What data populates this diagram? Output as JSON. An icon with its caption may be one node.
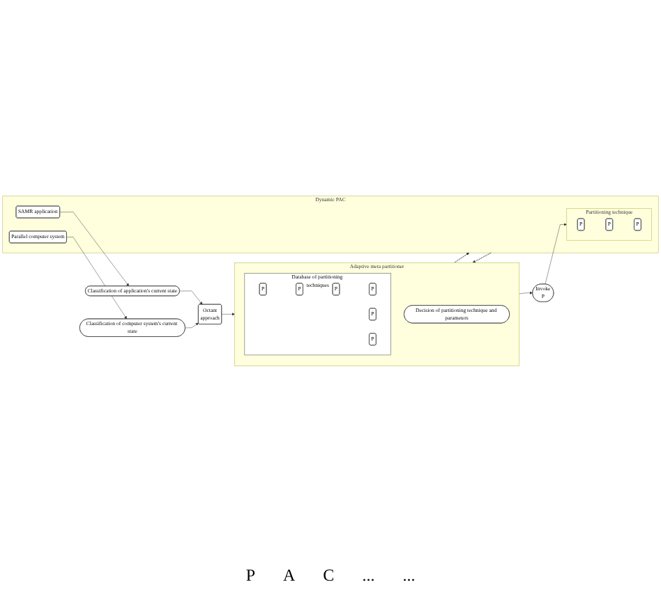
{
  "diagram": {
    "nodes": [
      {
        "text": [
          "Dynamic PAC"
        ]
      },
      {
        "text": [
          "Partitioning technique"
        ],
        "in": 0
      },
      {
        "text": [
          "P"
        ],
        "in": 1
      },
      {
        "text": [
          "P"
        ],
        "in": 1
      },
      {
        "text": [
          "P"
        ],
        "in": 1
      },
      {
        "text": [
          "SAMR application"
        ],
        "in": 0
      },
      {
        "text": [
          "Parallel computer system"
        ],
        "in": 0
      },
      {
        "text": [
          "Invoke",
          "P"
        ]
      },
      {
        "text": [
          "Classification of application's current state"
        ]
      },
      {
        "text": [
          "Classification of computer system's current state"
        ]
      },
      {
        "text": [
          "Octant",
          "approach"
        ]
      },
      {
        "text": [
          "Adaptive meta partitioner"
        ]
      },
      {
        "text": [
          "Decision of partitioning technique and parameters"
        ],
        "in": 11
      },
      {
        "text": [
          "Database of partitioning techniques"
        ],
        "in": 11
      },
      {
        "text": [
          "P"
        ],
        "in": 13
      },
      {
        "text": [
          "P"
        ],
        "in": 13
      },
      {
        "text": [
          "P"
        ],
        "in": 13
      },
      {
        "text": [
          "P"
        ],
        "in": 13
      },
      {
        "text": [
          "P"
        ],
        "in": 13
      },
      {
        "text": [
          "P"
        ],
        "in": 13
      }
    ],
    "edges": [
      {
        "from": 11,
        "to": 0,
        "arrow": "to",
        "style": "dashed"
      },
      {
        "from": 11,
        "to": 7,
        "arrow": "to"
      },
      {
        "from": 7,
        "to": 1,
        "arrow": "to"
      },
      {
        "from": 5,
        "to": 8,
        "arrow": "to"
      },
      {
        "from": 6,
        "to": 9,
        "arrow": "to"
      },
      {
        "from": 8,
        "to": 10,
        "arrow": "to"
      },
      {
        "from": 9,
        "to": 10,
        "arrow": "to"
      },
      {
        "from": 10,
        "to": 11,
        "arrow": "to"
      },
      {
        "from": 0,
        "to": 11,
        "arrow": "to",
        "style": "dashed"
      }
    ],
    "labels": [
      "P",
      "A",
      "C",
      "...",
      "..."
    ]
  }
}
